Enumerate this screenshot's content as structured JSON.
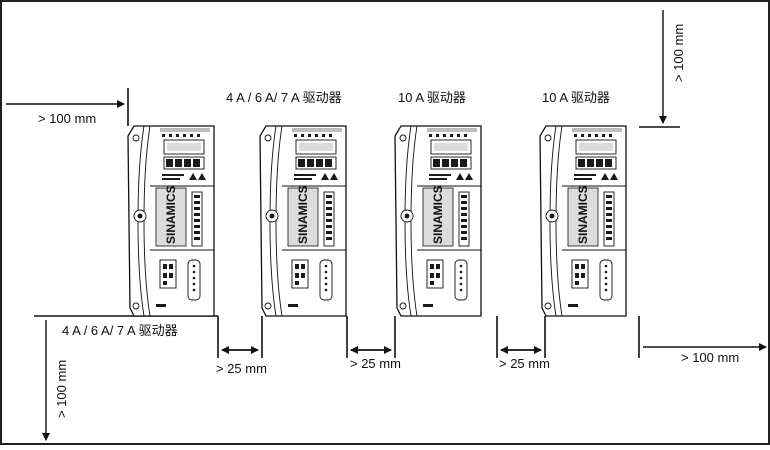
{
  "diagram": {
    "labels": {
      "left_clearance": "> 100 mm",
      "top_clearance": "> 100 mm",
      "bottom_clearance": "> 100 mm",
      "right_clearance": "> 100 mm",
      "gap_1": "> 25 mm",
      "gap_2": "> 25 mm",
      "gap_3": "> 25 mm",
      "drive_1_label": "4 A / 6 A/ 7 A 驱动器",
      "drive_2_label": "4 A / 6 A/ 7 A 驱动器",
      "drive_3_label": "10 A 驱动器",
      "drive_4_label": "10 A 驱动器"
    },
    "drives": [
      {
        "brand": "SINAMICS"
      },
      {
        "brand": "SINAMICS"
      },
      {
        "brand": "SINAMICS"
      },
      {
        "brand": "SINAMICS"
      }
    ]
  }
}
